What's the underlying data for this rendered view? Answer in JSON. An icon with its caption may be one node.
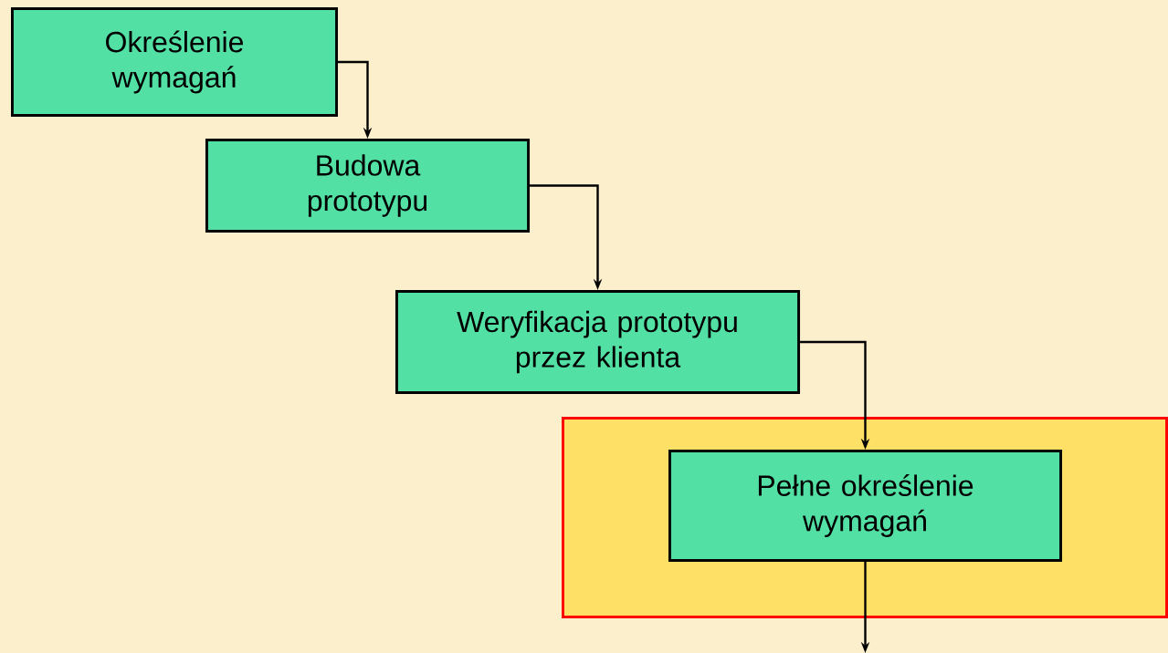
{
  "diagram": {
    "nodes": [
      {
        "text": [
          "Określenie wymagań"
        ]
      },
      {
        "text": [
          "Budowa prototypu"
        ]
      },
      {
        "text": [
          "Weryfikacja prototypu przez klienta"
        ]
      },
      {
        "text": [],
        "shape": "box"
      },
      {
        "text": [
          "Pełne określenie wymagań"
        ],
        "in": 3
      }
    ],
    "edges": [
      {
        "from": 0,
        "to": 1,
        "arrow": "to"
      },
      {
        "from": 1,
        "to": 2,
        "arrow": "to"
      },
      {
        "from": 2,
        "to": 4,
        "arrow": "to"
      },
      {
        "from": 4,
        "to": null,
        "arrow": "to"
      }
    ]
  }
}
